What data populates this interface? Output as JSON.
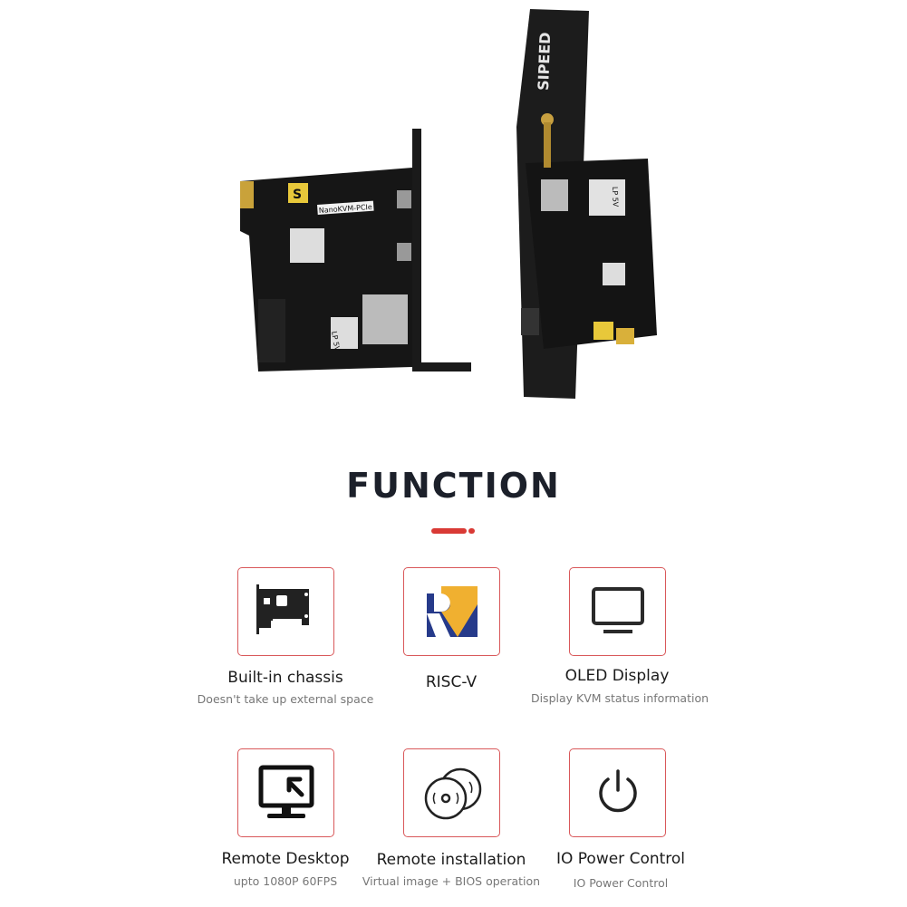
{
  "product_photo": {
    "board_labels": [
      "SIPEED",
      "NanoKVM-PCIe",
      "LP 5V"
    ]
  },
  "heading": "FUNCTION",
  "accent_color": "#d93a35",
  "features": [
    {
      "icon": "pcie-card-icon",
      "title": "Built-in chassis",
      "subtitle": "Doesn't take up external space"
    },
    {
      "icon": "risc-v-logo-icon",
      "title": "RISC-V",
      "subtitle": ""
    },
    {
      "icon": "monitor-icon",
      "title": "OLED Display",
      "subtitle": "Display KVM status information"
    },
    {
      "icon": "remote-desktop-icon",
      "title": "Remote Desktop",
      "subtitle": "upto 1080P 60FPS"
    },
    {
      "icon": "discs-icon",
      "title": "Remote installation",
      "subtitle": "Virtual image + BIOS operation"
    },
    {
      "icon": "power-icon",
      "title": "IO Power Control",
      "subtitle": "IO Power Control"
    }
  ]
}
